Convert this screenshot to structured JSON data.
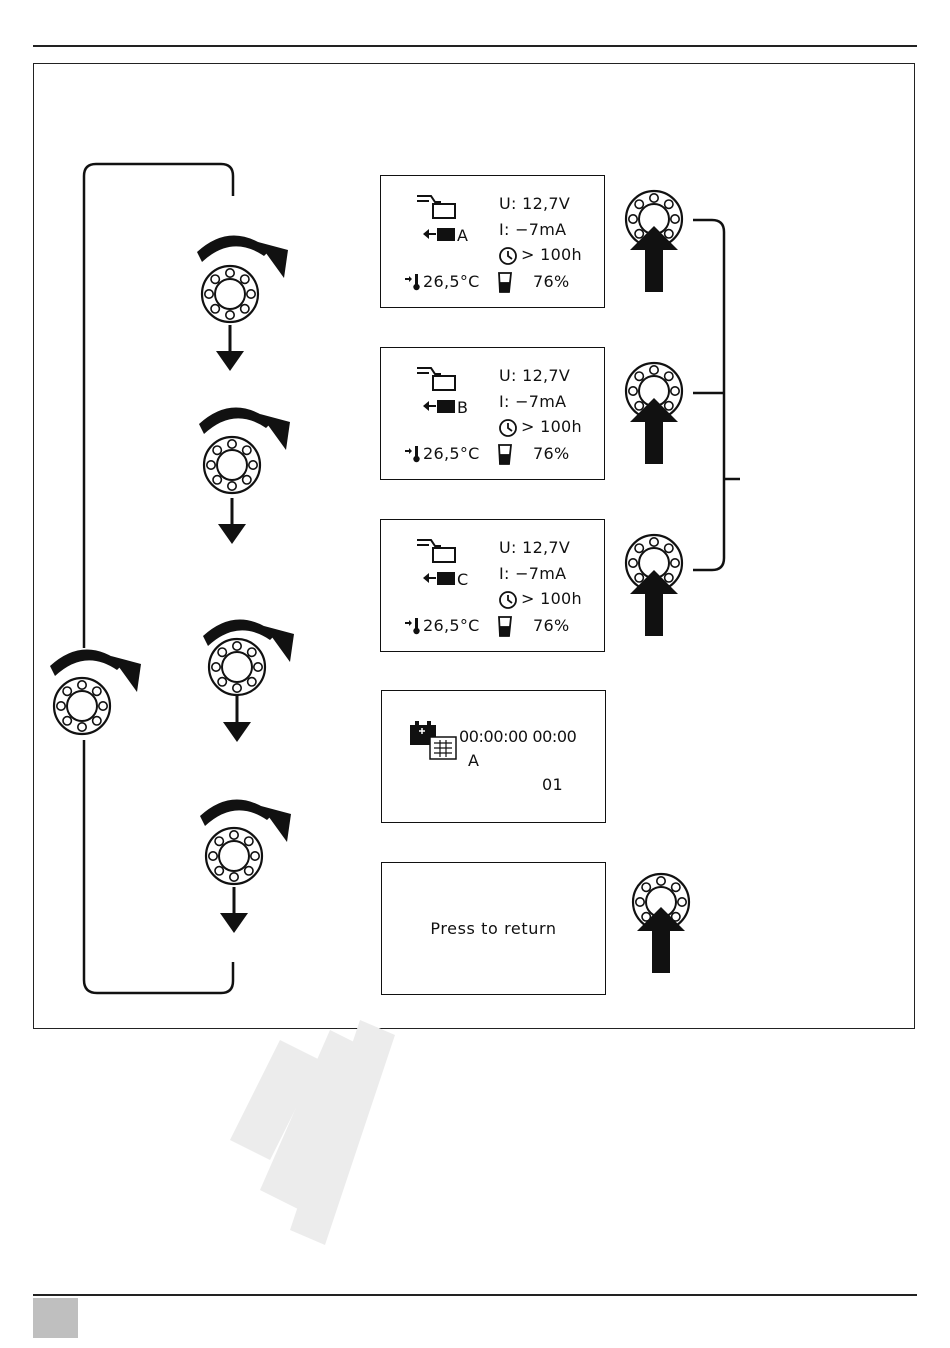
{
  "screens": [
    {
      "line_u": "U: 12,7V",
      "line_i": "I:  −7mA",
      "line_time": "> 100h",
      "battery_label": "A",
      "temperature": "26,5°C",
      "charge": "76%"
    },
    {
      "line_u": "U: 12,7V",
      "line_i": "I:  −7mA",
      "line_time": "> 100h",
      "battery_label": "B",
      "temperature": "26,5°C",
      "charge": "76%"
    },
    {
      "line_u": "U: 12,7V",
      "line_i": "I:  −7mA",
      "line_time": "> 100h",
      "battery_label": "C",
      "temperature": "26,5°C",
      "charge": "76%"
    }
  ],
  "log_screen": {
    "time": "00:00:00 00:00",
    "battery_label": "A",
    "entry_number": "01"
  },
  "return_screen": {
    "text": "Press to return"
  },
  "icons": [
    "rotary-knob-icon",
    "rotate-clockwise-arrow-icon",
    "down-arrow-icon",
    "press-up-arrow-icon",
    "charger-icon",
    "battery-icon",
    "clock-icon",
    "thermometer-icon",
    "charge-level-icon",
    "log-calendar-icon"
  ],
  "colors": {
    "line": "#111111",
    "page_box": "#bfbfbf",
    "watermark": "#ececec"
  }
}
